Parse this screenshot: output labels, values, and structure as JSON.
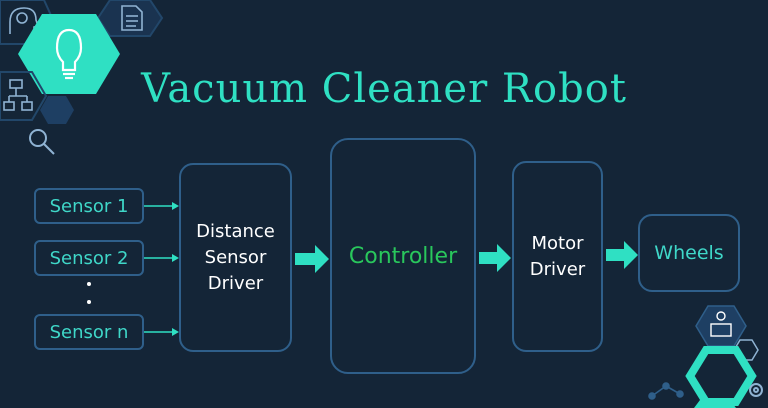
{
  "title": "Vacuum Cleaner Robot",
  "sensors": [
    "Sensor 1",
    "Sensor 2",
    "Sensor n"
  ],
  "blocks": {
    "distance_driver": [
      "Distance",
      "Sensor",
      "Driver"
    ],
    "controller": "Controller",
    "motor_driver": [
      "Motor",
      "Driver"
    ],
    "wheels": "Wheels"
  },
  "decor_icons": [
    "brain-head-icon",
    "lightbulb-icon",
    "document-icon",
    "flowchart-icon",
    "magnifier-icon",
    "developer-icon",
    "gear-icon",
    "network-icon"
  ],
  "colors": {
    "background": "#142537",
    "accent_teal": "#2fe0c3",
    "box_border": "#2f5f8a",
    "controller_text": "#29c75c",
    "arrow": "#2fe0c3"
  }
}
